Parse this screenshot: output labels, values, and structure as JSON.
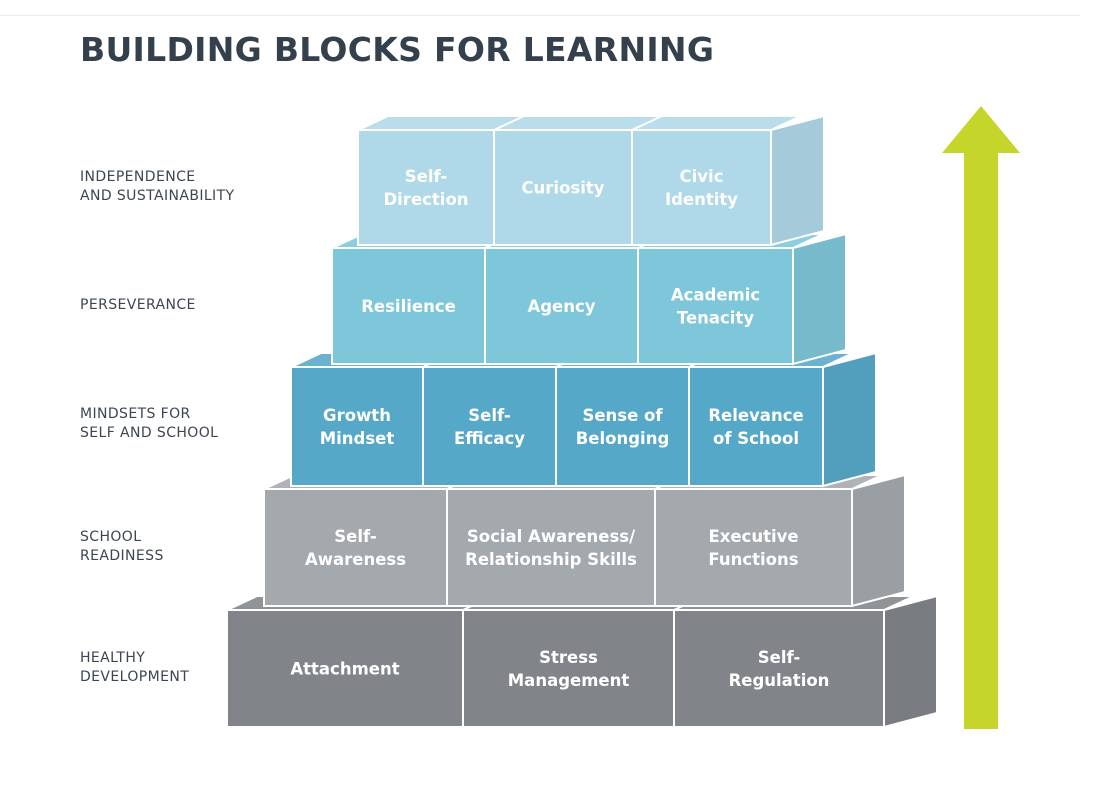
{
  "title": "BUILDING BLOCKS FOR LEARNING",
  "colors": {
    "tier_1": "#818589",
    "tier_2": "#a4a9ae",
    "tier_3": "#56a8c9",
    "tier_4": "#7ec6d9",
    "tier_5": "#afd8e8",
    "arrow": "#c5d52a",
    "title_text": "#34404b",
    "label_text": "#3d4650"
  },
  "arrow_icon": "up-arrow-icon",
  "tiers": [
    {
      "label": [
        "HEALTHY",
        "DEVELOPMENT"
      ],
      "blocks": [
        {
          "lines": [
            "Attachment"
          ]
        },
        {
          "lines": [
            "Stress",
            "Management"
          ]
        },
        {
          "lines": [
            "Self-",
            "Regulation"
          ]
        }
      ]
    },
    {
      "label": [
        "SCHOOL",
        "READINESS"
      ],
      "blocks": [
        {
          "lines": [
            "Self-",
            "Awareness"
          ]
        },
        {
          "lines": [
            "Social Awareness/",
            "Relationship Skills"
          ]
        },
        {
          "lines": [
            "Executive",
            "Functions"
          ]
        }
      ]
    },
    {
      "label": [
        "MINDSETS FOR",
        "SELF AND SCHOOL"
      ],
      "blocks": [
        {
          "lines": [
            "Growth",
            "Mindset"
          ]
        },
        {
          "lines": [
            "Self-",
            "Efficacy"
          ]
        },
        {
          "lines": [
            "Sense of",
            "Belonging"
          ]
        },
        {
          "lines": [
            "Relevance",
            "of School"
          ]
        }
      ]
    },
    {
      "label": [
        "PERSEVERANCE"
      ],
      "blocks": [
        {
          "lines": [
            "Resilience"
          ]
        },
        {
          "lines": [
            "Agency"
          ]
        },
        {
          "lines": [
            "Academic",
            "Tenacity"
          ]
        }
      ]
    },
    {
      "label": [
        "INDEPENDENCE",
        "AND SUSTAINABILITY"
      ],
      "blocks": [
        {
          "lines": [
            "Self-",
            "Direction"
          ]
        },
        {
          "lines": [
            "Curiosity"
          ]
        },
        {
          "lines": [
            "Civic",
            "Identity"
          ]
        }
      ]
    }
  ]
}
